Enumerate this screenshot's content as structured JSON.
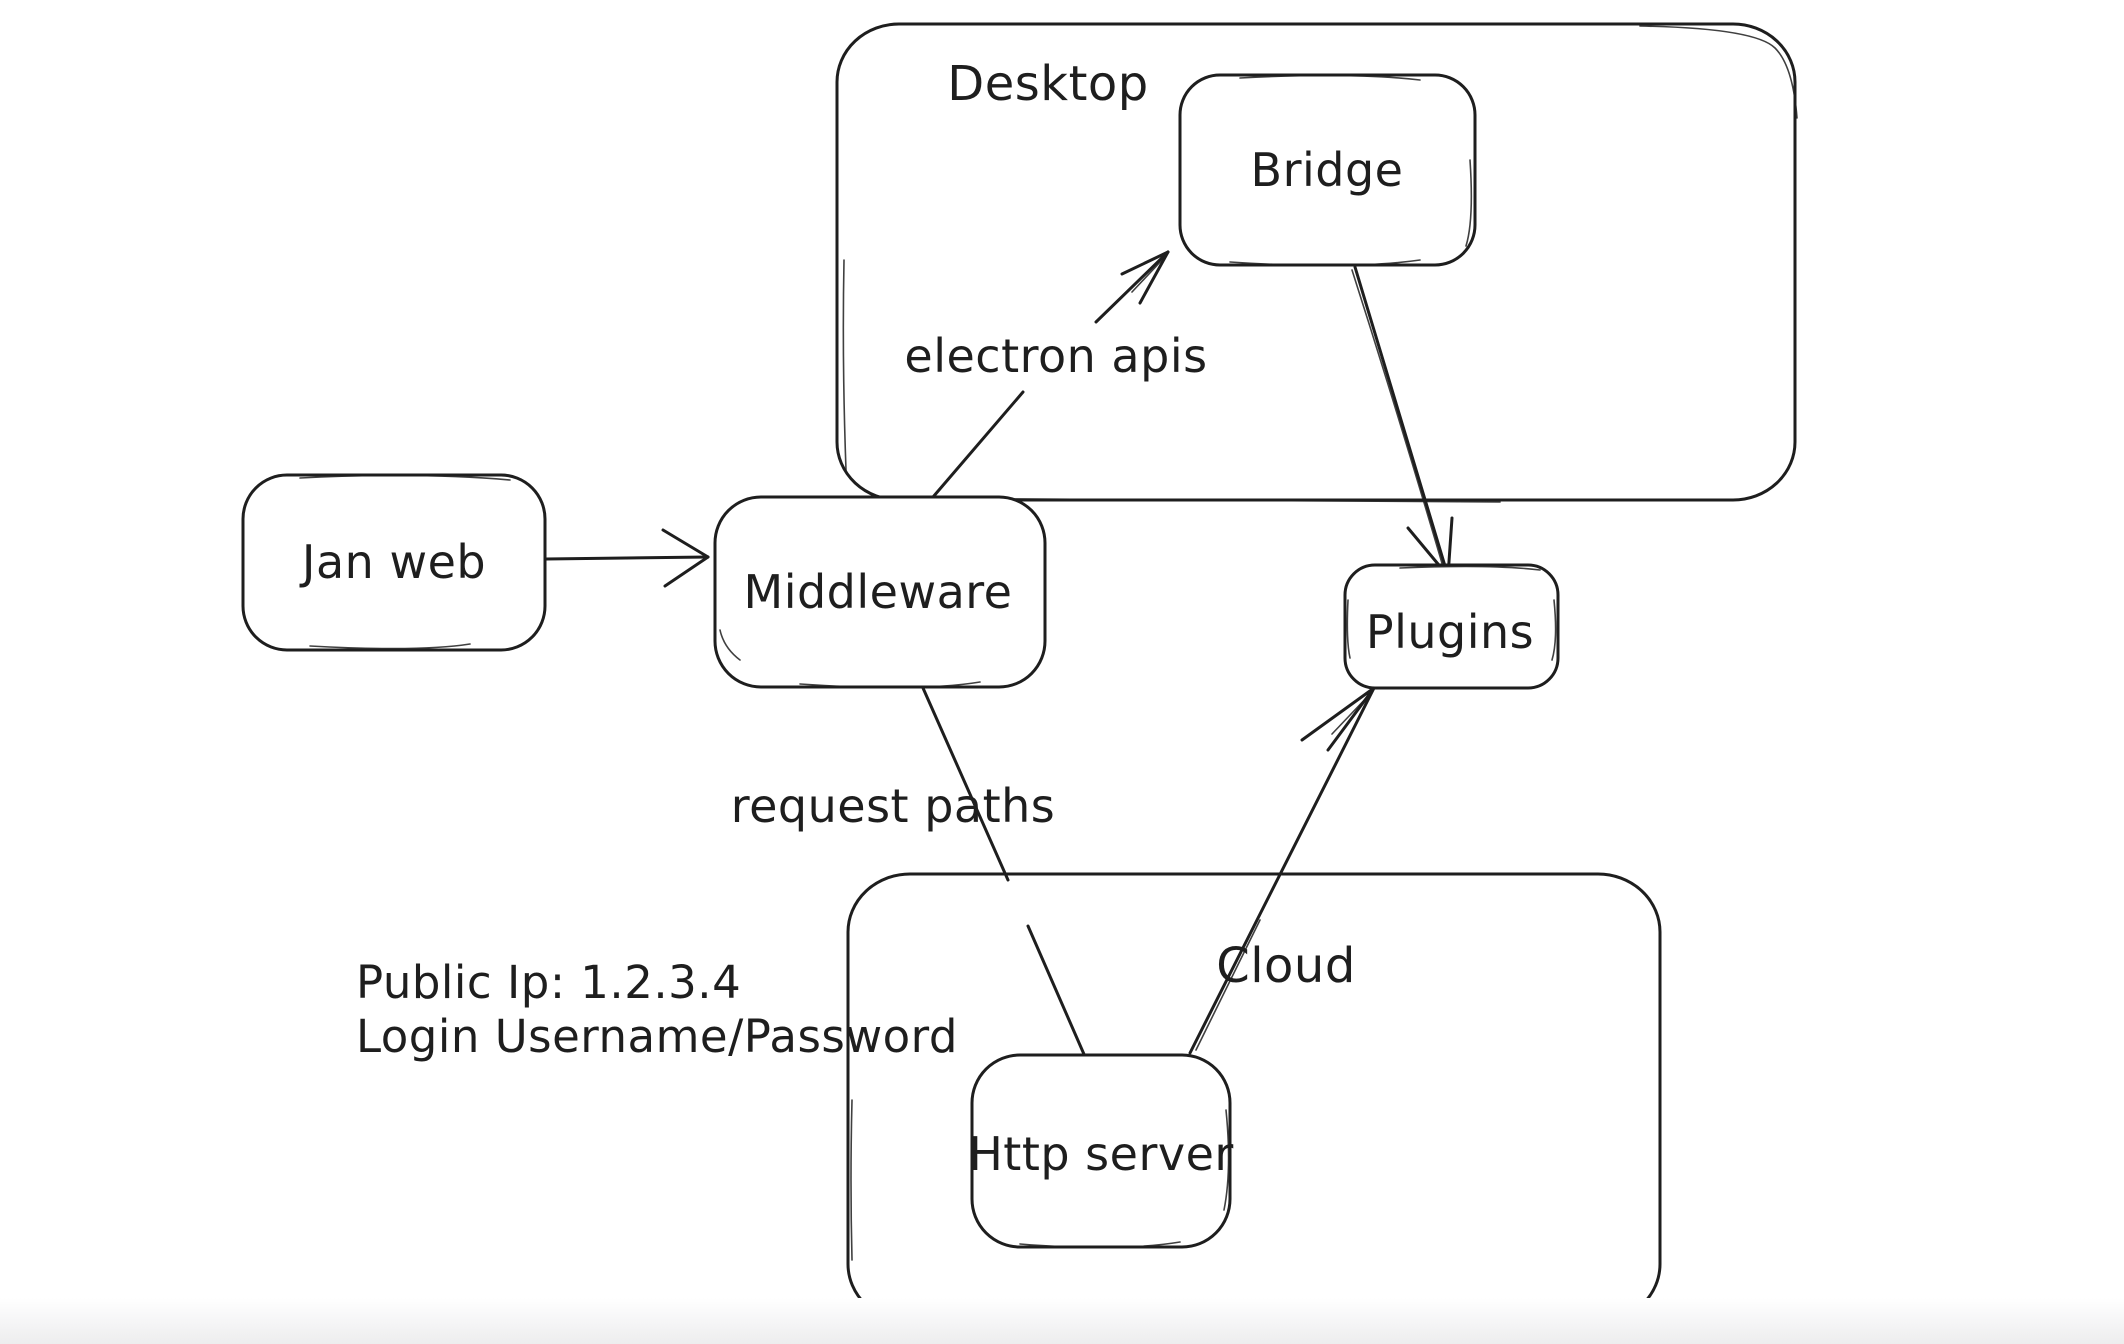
{
  "canvas": {
    "background_color": "#ffffff",
    "stroke_color": "#1e1e1e",
    "style": "hand-drawn whiteboard diagram"
  },
  "containers": {
    "desktop": {
      "label": "Desktop"
    },
    "cloud": {
      "label": "Cloud"
    }
  },
  "nodes": {
    "jan_web": {
      "label": "Jan web"
    },
    "middleware": {
      "label": "Middleware"
    },
    "bridge": {
      "label": "Bridge"
    },
    "plugins": {
      "label": "Plugins"
    },
    "http_server": {
      "label": "Http server"
    }
  },
  "edges": [
    {
      "from": "Jan web",
      "to": "Middleware",
      "label": "",
      "arrowhead": "end"
    },
    {
      "from": "Middleware",
      "to": "Bridge",
      "label": "electron apis",
      "arrowhead": "end"
    },
    {
      "from": "Bridge",
      "to": "Plugins",
      "label": "",
      "arrowhead": "end"
    },
    {
      "from": "Middleware",
      "to": "Http server",
      "label": "request paths",
      "arrowhead": "none"
    },
    {
      "from": "Http server",
      "to": "Plugins",
      "label": "",
      "arrowhead": "end"
    }
  ],
  "edge_labels": {
    "electron_apis": "electron apis",
    "request_paths": "request paths"
  },
  "annotations": {
    "public_ip": "Public Ip: 1.2.3.4",
    "login": "Login Username/Password"
  }
}
